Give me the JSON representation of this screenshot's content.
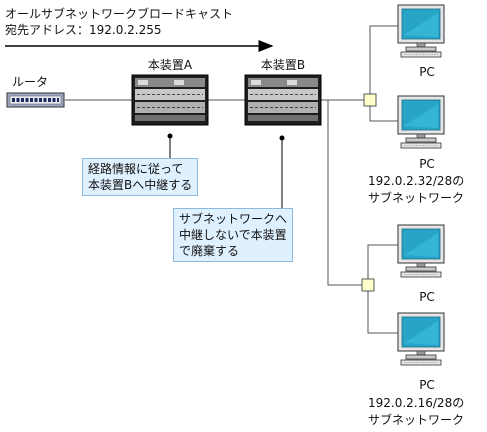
{
  "broadcast": {
    "line1": "オールサブネットワークブロードキャスト",
    "line2": "宛先アドレス：192.0.2.255"
  },
  "router_label": "ルータ",
  "device_a_label": "本装置A",
  "device_b_label": "本装置B",
  "callout_a": {
    "line1": "経路情報に従って",
    "line2": "本装置Bへ中継する"
  },
  "callout_b": {
    "line1": "サブネットワークへ",
    "line2": "中継しないで本装置",
    "line3": "で廃棄する"
  },
  "pc_top_1_label": "PC",
  "pc_top_2_label": "PC",
  "subnet_top": {
    "line1": "192.0.2.32/28の",
    "line2": "サブネットワーク"
  },
  "pc_bottom_1_label": "PC",
  "pc_bottom_2_label": "PC",
  "subnet_bottom": {
    "line1": "192.0.2.16/28の",
    "line2": "サブネットワーク"
  },
  "colors": {
    "callout_fill": "#dff0ff",
    "hub_fill": "#ffffcc",
    "screen": "#27a5c6"
  }
}
